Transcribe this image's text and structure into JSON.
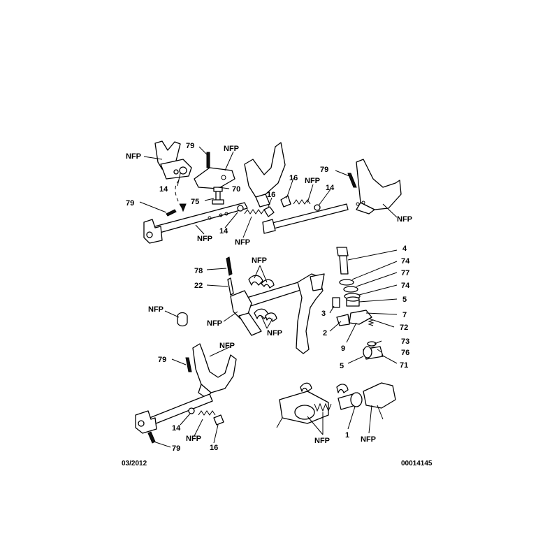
{
  "footer": {
    "date": "03/2012",
    "ref": "00014145"
  },
  "labels": {
    "t1": "NFP",
    "t2": "79",
    "t3": "NFP",
    "t4": "14",
    "t5": "70",
    "t6": "75",
    "t7": "79",
    "t8": "NFP",
    "t9": "14",
    "t10": "NFP",
    "t11": "16",
    "t12": "16",
    "t13": "NFP",
    "t14": "14",
    "t15": "79",
    "t16": "NFP",
    "m1": "NFP",
    "m2": "78",
    "m3": "22",
    "m4": "NFP",
    "m5": "NFP",
    "m6": "NFP",
    "m7": "4",
    "m8": "74",
    "m9": "77",
    "m10": "74",
    "m11": "5",
    "m12": "7",
    "m13": "3",
    "m14": "2",
    "m15": "72",
    "m16": "9",
    "m17": "73",
    "m18": "76",
    "m19": "5",
    "m20": "71",
    "b1": "NFP",
    "b2": "79",
    "b3": "14",
    "b4": "NFP",
    "b5": "16",
    "b6": "79",
    "b7": "NFP",
    "b8": "1",
    "b9": "NFP"
  }
}
